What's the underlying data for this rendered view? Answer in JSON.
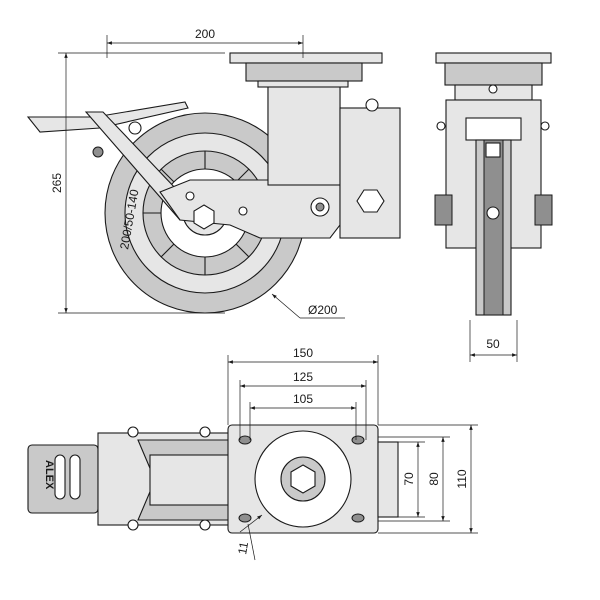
{
  "dimensions": {
    "width_200": "200",
    "height_265": "265",
    "diameter": "Ø200",
    "tire": "200/50-140",
    "width_50": "50",
    "plate_150": "150",
    "plate_125": "125",
    "plate_105": "105",
    "height_70": "70",
    "height_80": "80",
    "height_110": "110",
    "hole_11": "11"
  },
  "brand": "ALEX"
}
